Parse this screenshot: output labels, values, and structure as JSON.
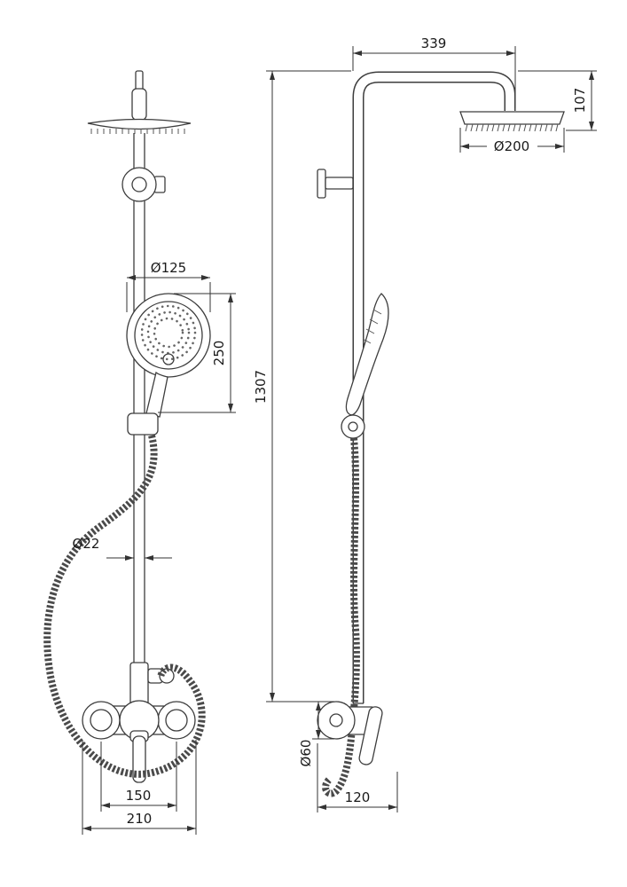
{
  "drawing": {
    "type": "technical-drawing",
    "subject": "shower-column-with-mixer",
    "line_color": "#3d3d3d",
    "background": "#ffffff"
  },
  "dimensions": {
    "front": {
      "hand_shower_diameter": "Ø125",
      "hand_shower_length": "250",
      "hose_pipe_diameter": "Ø22",
      "mixer_center_spacing": "150",
      "mixer_overall_width": "210"
    },
    "side": {
      "arm_reach": "339",
      "head_drop": "107",
      "head_diameter": "Ø200",
      "overall_height": "1307",
      "flange_diameter": "Ø60",
      "mixer_depth": "120"
    }
  }
}
